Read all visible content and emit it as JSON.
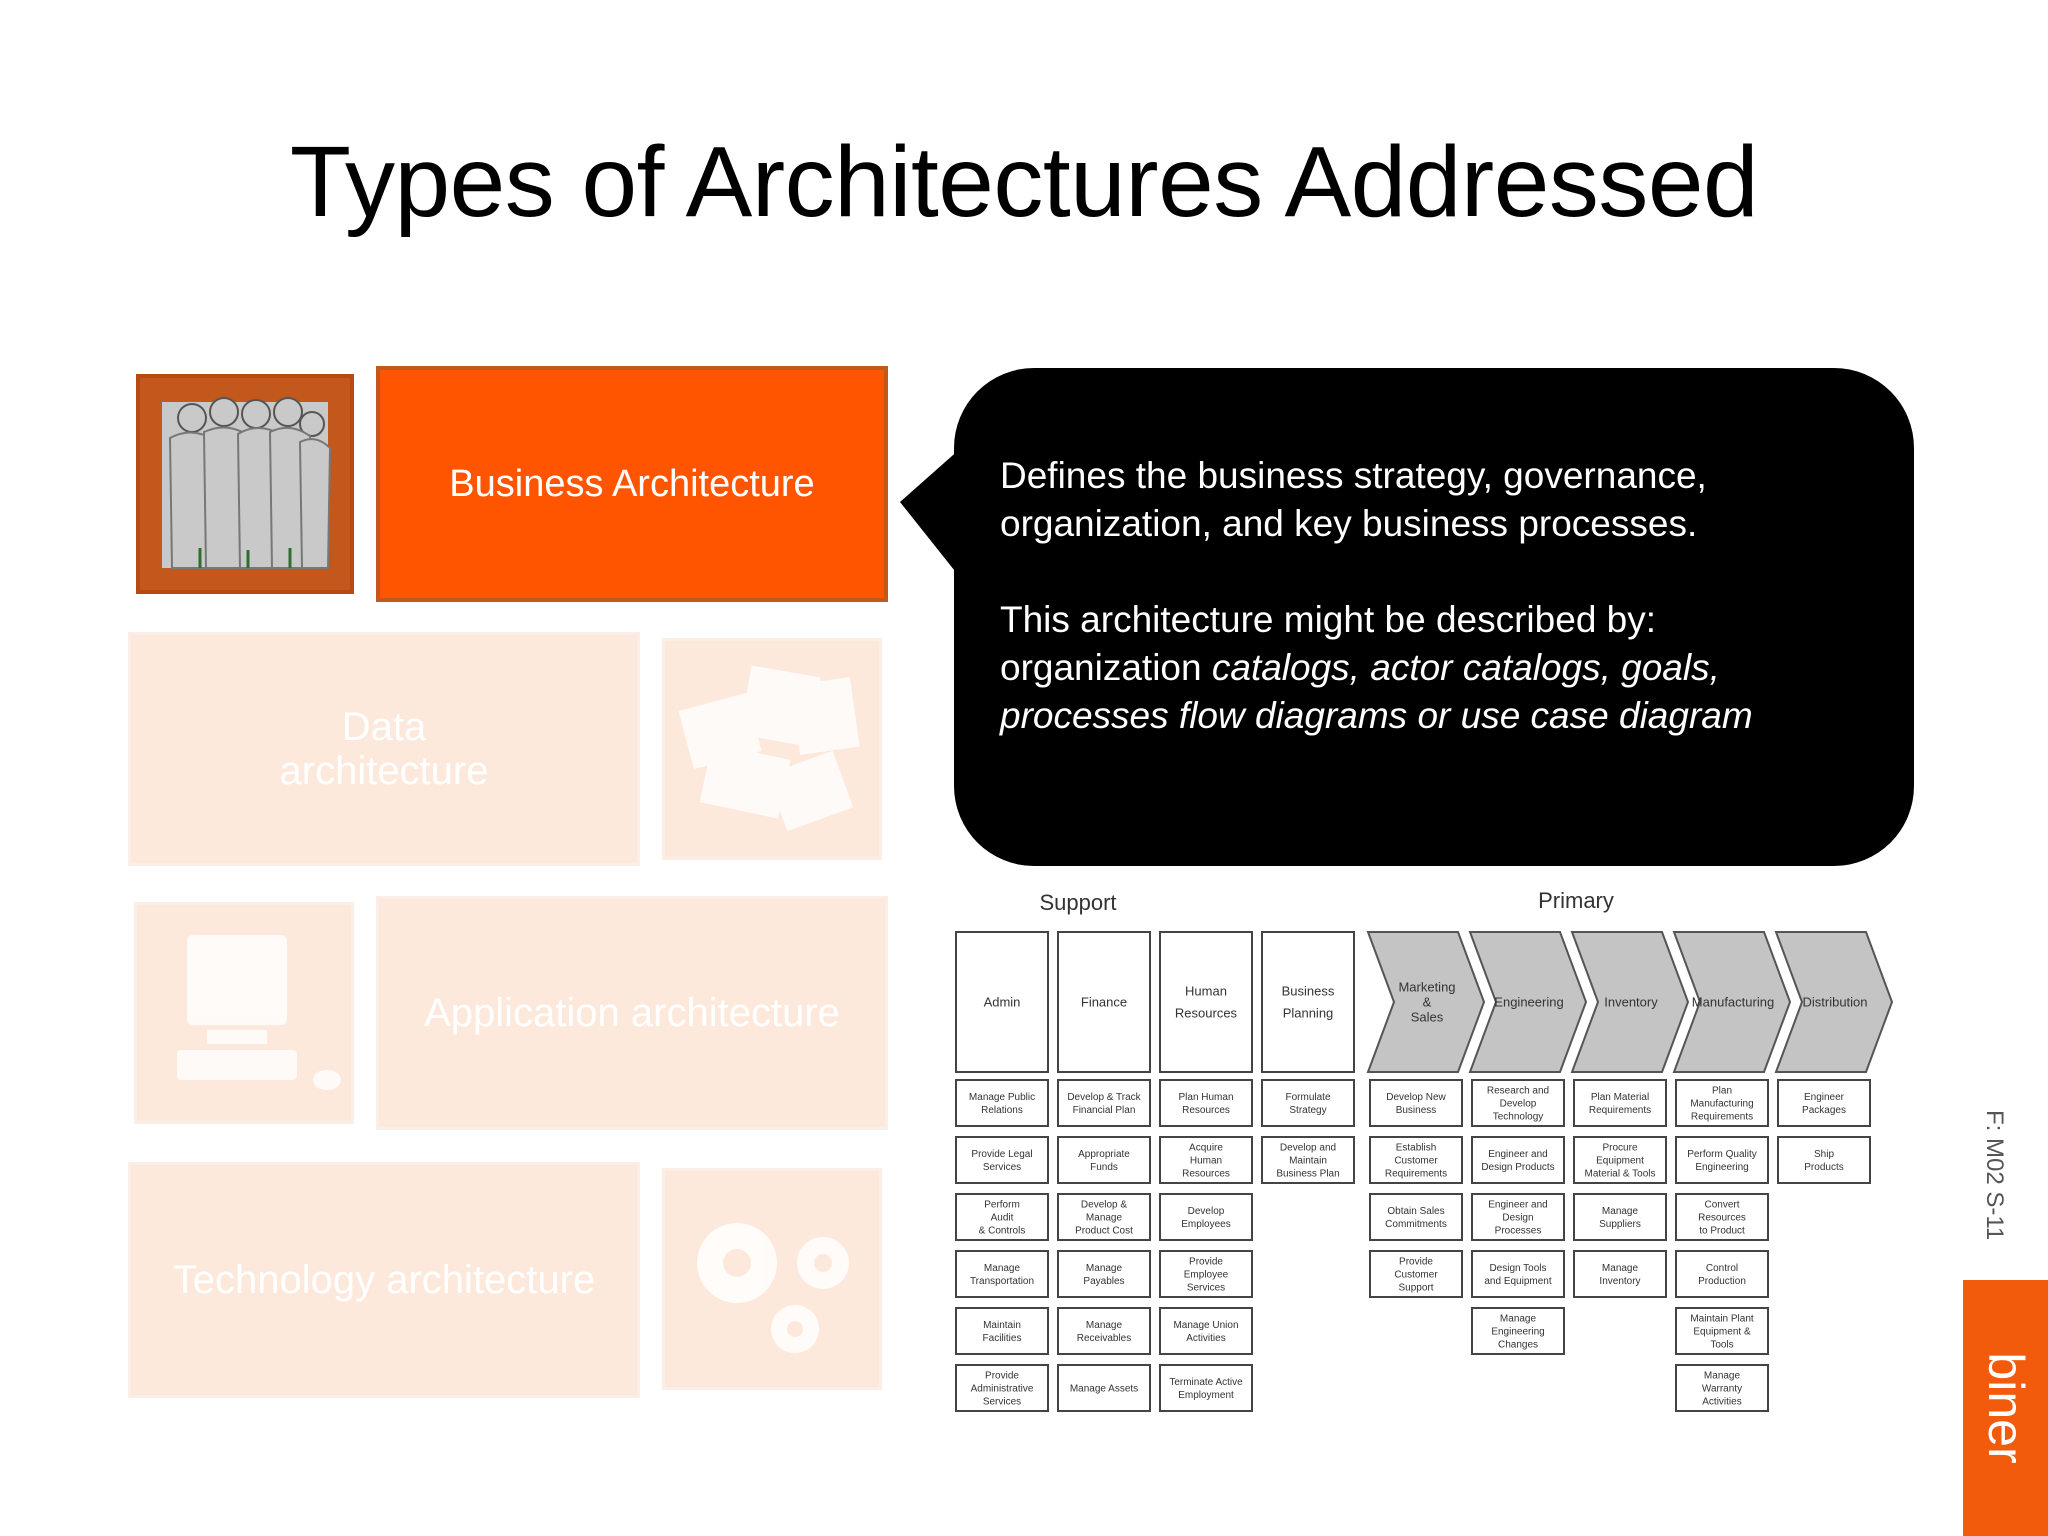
{
  "title": "Types of Architectures Addressed",
  "tiles": {
    "business": "Business Architecture",
    "data": "Data\narchitecture",
    "application": "Application architecture",
    "technology": "Technology architecture"
  },
  "callout": {
    "line1": "Defines the business strategy, governance,",
    "line2": "organization, and key business processes.",
    "line3": "This architecture might be described by:",
    "line4_plain": "organization ",
    "line4_italic": "catalogs, actor catalogs, goals,",
    "line5_italic": "processes flow diagrams or use case diagram"
  },
  "value_chain": {
    "support_label": "Support",
    "primary_label": "Primary",
    "support_columns": [
      {
        "header": [
          "Admin"
        ],
        "items": [
          [
            "Manage Public",
            "Relations"
          ],
          [
            "Provide Legal",
            "Services"
          ],
          [
            "Perform",
            "Audit",
            "& Controls"
          ],
          [
            "Manage",
            "Transportation"
          ],
          [
            "Maintain",
            "Facilities"
          ],
          [
            "Provide",
            "Administrative",
            "Services"
          ]
        ]
      },
      {
        "header": [
          "Finance"
        ],
        "items": [
          [
            "Develop & Track",
            "Financial Plan"
          ],
          [
            "Appropriate",
            "Funds"
          ],
          [
            "Develop &",
            "Manage",
            "Product Cost"
          ],
          [
            "Manage",
            "Payables"
          ],
          [
            "Manage",
            "Receivables"
          ],
          [
            "Manage Assets"
          ]
        ]
      },
      {
        "header": [
          "Human",
          "Resources"
        ],
        "items": [
          [
            "Plan Human",
            "Resources"
          ],
          [
            "Acquire",
            "Human",
            "Resources"
          ],
          [
            "Develop",
            "Employees"
          ],
          [
            "Provide",
            "Employee",
            "Services"
          ],
          [
            "Manage Union",
            "Activities"
          ],
          [
            "Terminate Active",
            "Employment"
          ]
        ]
      },
      {
        "header": [
          "Business",
          "Planning"
        ],
        "items": [
          [
            "Formulate",
            "Strategy"
          ],
          [
            "Develop and",
            "Maintain",
            "Business Plan"
          ]
        ]
      }
    ],
    "primary_columns": [
      {
        "header": [
          "Marketing",
          "&",
          "Sales"
        ],
        "items": [
          [
            "Develop New",
            "Business"
          ],
          [
            "Establish",
            "Customer",
            "Requirements"
          ],
          [
            "Obtain Sales",
            "Commitments"
          ],
          [
            "Provide",
            "Customer",
            "Support"
          ]
        ]
      },
      {
        "header": [
          "Engineering"
        ],
        "items": [
          [
            "Research and",
            "Develop",
            "Technology"
          ],
          [
            "Engineer and",
            "Design Products"
          ],
          [
            "Engineer and",
            "Design",
            "Processes"
          ],
          [
            "Design Tools",
            "and Equipment"
          ],
          [
            "Manage",
            "Engineering",
            "Changes"
          ]
        ]
      },
      {
        "header": [
          "Inventory"
        ],
        "items": [
          [
            "Plan Material",
            "Requirements"
          ],
          [
            "Procure",
            "Equipment",
            "Material & Tools"
          ],
          [
            "Manage",
            "Suppliers"
          ],
          [
            "Manage",
            "Inventory"
          ]
        ]
      },
      {
        "header": [
          "Manufacturing"
        ],
        "items": [
          [
            "Plan",
            "Manufacturing",
            "Requirements"
          ],
          [
            "Perform Quality",
            "Engineering"
          ],
          [
            "Convert",
            "Resources",
            "to Product"
          ],
          [
            "Control",
            "Production"
          ],
          [
            "Maintain Plant",
            "Equipment &",
            "Tools"
          ],
          [
            "Manage",
            "Warranty",
            "Activities"
          ]
        ]
      },
      {
        "header": [
          "Distribution"
        ],
        "items": [
          [
            "Engineer",
            "Packages"
          ],
          [
            "Ship",
            "Products"
          ]
        ]
      }
    ]
  },
  "slide_ref": "F: M02 S-11",
  "brand": "biner",
  "colors": {
    "accent": "#ff5500",
    "accent_dark": "#c2581b",
    "faded": "#fde9dc",
    "callout_bg": "#000000"
  },
  "icons": {
    "business": "people-silhouettes-icon",
    "data": "documents-pile-icon",
    "application": "computer-icon",
    "technology": "gears-icon"
  }
}
